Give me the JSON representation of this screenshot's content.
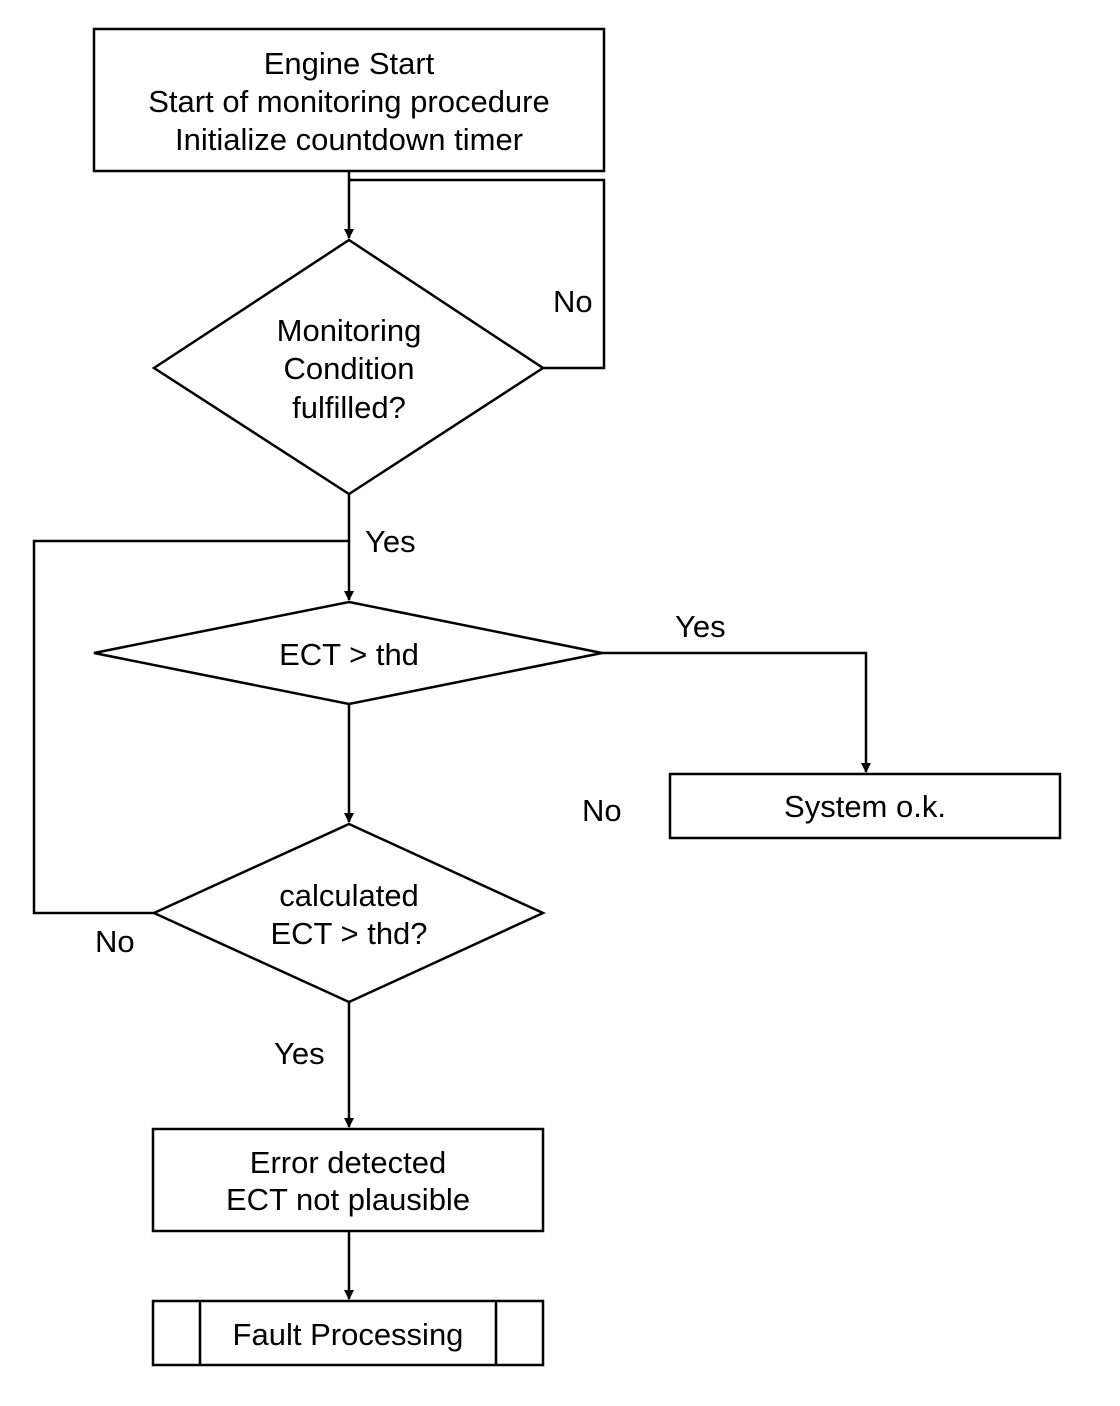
{
  "nodes": {
    "start": {
      "lines": [
        "Engine Start",
        "Start of monitoring procedure",
        "Initialize countdown timer"
      ]
    },
    "monitoring_condition": {
      "lines": [
        "Monitoring",
        "Condition",
        "fulfilled?"
      ]
    },
    "ect_threshold": {
      "lines": [
        "ECT > thd"
      ]
    },
    "system_ok": {
      "lines": [
        "System o.k."
      ]
    },
    "calculated_ect": {
      "lines": [
        "calculated",
        "ECT > thd?"
      ]
    },
    "error_detected": {
      "lines": [
        "Error detected",
        "ECT not plausible"
      ]
    },
    "fault_processing": {
      "lines": [
        "Fault Processing"
      ]
    }
  },
  "edge_labels": {
    "monitoring_no": "No",
    "monitoring_yes": "Yes",
    "ect_yes": "Yes",
    "ect_no": "No",
    "calc_no": "No",
    "calc_yes": "Yes"
  }
}
